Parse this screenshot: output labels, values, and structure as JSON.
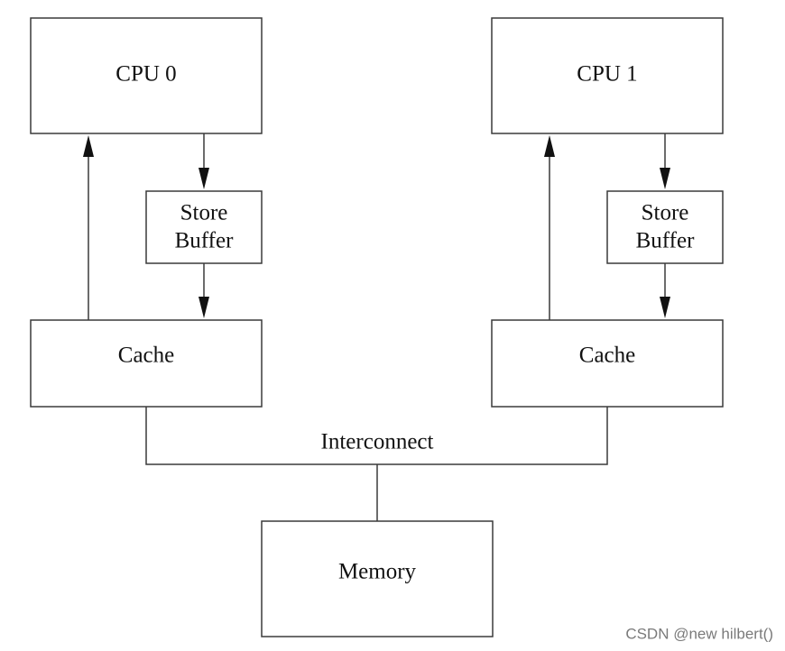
{
  "cpu0": {
    "label": "CPU 0",
    "store_buffer": [
      "Store",
      "Buffer"
    ],
    "cache": "Cache"
  },
  "cpu1": {
    "label": "CPU 1",
    "store_buffer": [
      "Store",
      "Buffer"
    ],
    "cache": "Cache"
  },
  "interconnect": "Interconnect",
  "memory": "Memory",
  "watermark": "CSDN @new hilbert()"
}
